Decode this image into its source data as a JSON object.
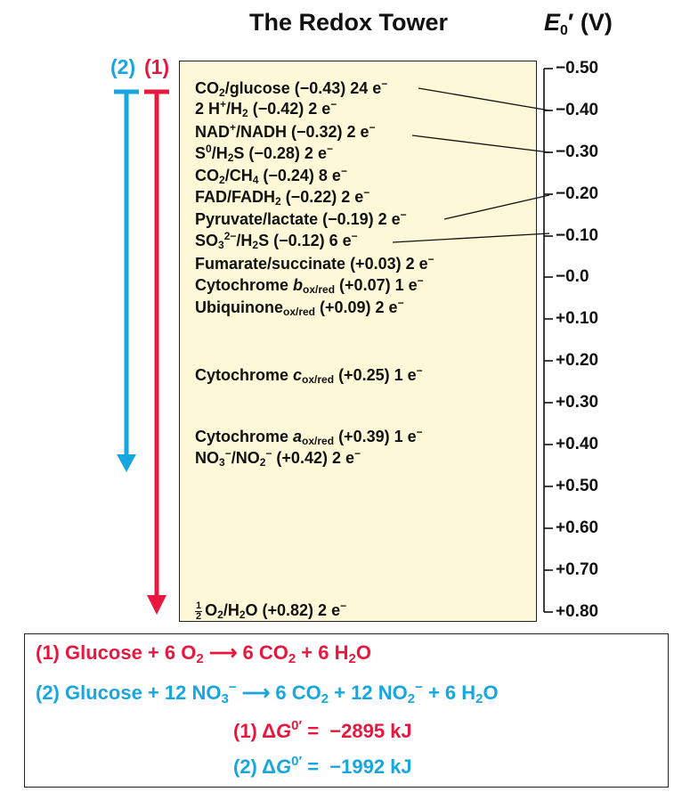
{
  "header": {
    "title": "The Redox Tower",
    "axis_title": "E0′ (V)"
  },
  "pathways": {
    "label_1": "(1)",
    "label_2": "(2)",
    "color_1": "#e8173e",
    "color_2": "#18a6e0"
  },
  "axis": {
    "ticks": [
      "−0.50",
      "−0.40",
      "−0.30",
      "−0.20",
      "−0.10",
      "−0.0",
      "+0.10",
      "+0.20",
      "+0.30",
      "+0.40",
      "+0.50",
      "+0.60",
      "+0.70",
      "+0.80"
    ]
  },
  "couples": [
    "CO2/glucose (−0.43) 24 e−",
    "2 H+/H2 (−0.42) 2 e−",
    "NAD+/NADH (−0.32) 2 e−",
    "S0/H2S (−0.28) 2 e−",
    "CO2/CH4 (−0.24) 8 e−",
    "FAD/FADH2 (−0.22) 2 e−",
    "Pyruvate/lactate (−0.19) 2 e−",
    "SO32−/H2S (−0.12) 6 e−",
    "Fumarate/succinate (+0.03) 2 e−",
    "Cytochrome box/red (+0.07) 1 e−",
    "Ubiquinoneox/red (+0.09) 2 e−",
    "Cytochrome cox/red (+0.25) 1 e−",
    "Cytochrome aox/red (+0.39) 1 e−",
    "NO3−/NO2− (+0.42) 2 e−",
    "1/2 O2/H2O (+0.82) 2 e−"
  ],
  "equations": {
    "eq1": "(1) Glucose + 6 O2 → 6 CO2 + 6 H2O",
    "eq2": "(2) Glucose + 12 NO3− → 6 CO2 + 12 NO2− + 6 H2O",
    "dg1": "(1) ΔG0′ = −2895 kJ",
    "dg2": "(2) ΔG0′ = −1992 kJ"
  }
}
